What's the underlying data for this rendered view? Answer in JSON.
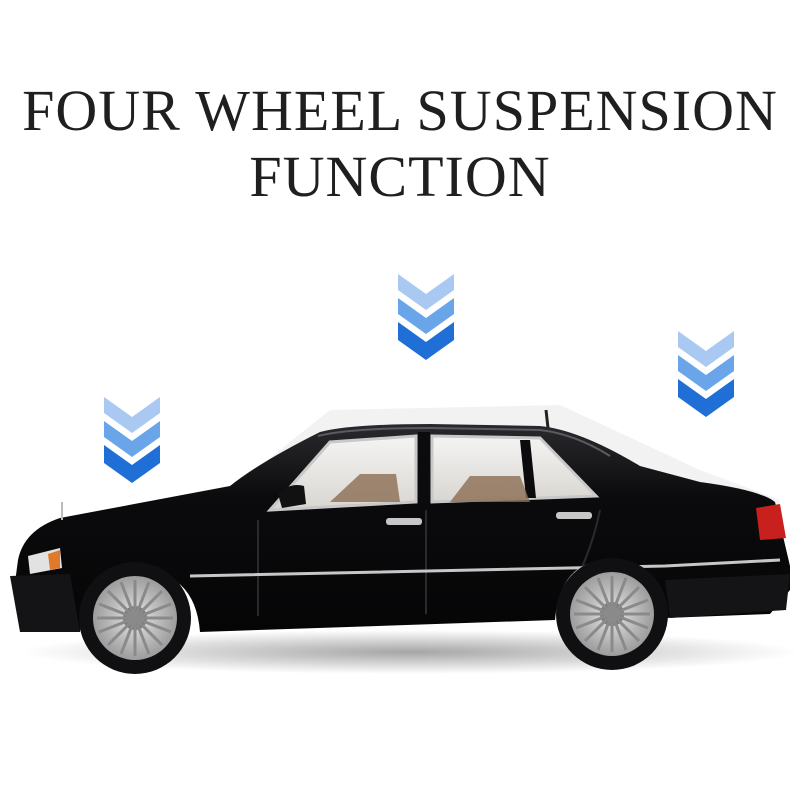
{
  "headline": {
    "line1": "FOUR WHEEL SUSPENSION",
    "line2": "FUNCTION"
  },
  "indicators": {
    "icon": "triple-chevron-down-icon",
    "colors": {
      "light": "#a9c9f2",
      "mid": "#5b9ae6",
      "dark": "#1f6fd6"
    }
  },
  "car": {
    "icon": "car-side-view",
    "body_color": "#0b0b0d",
    "trim_color": "#c7c7c7",
    "wheel_color": "#bfbfbf"
  }
}
